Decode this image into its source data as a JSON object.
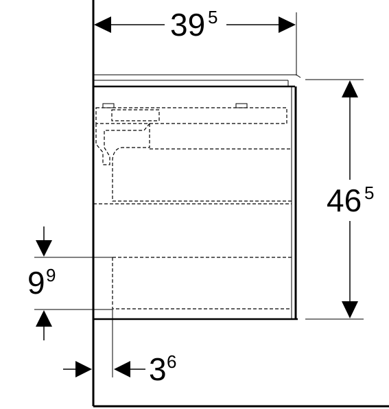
{
  "dimensions": {
    "width": {
      "main": "39",
      "sup": "5"
    },
    "height": {
      "main": "46",
      "sup": "5"
    },
    "drawer_height": {
      "main": "9",
      "sup": "9"
    },
    "wall_offset": {
      "main": "3",
      "sup": "6"
    }
  },
  "colors": {
    "line": "#000000",
    "background": "#ffffff"
  }
}
